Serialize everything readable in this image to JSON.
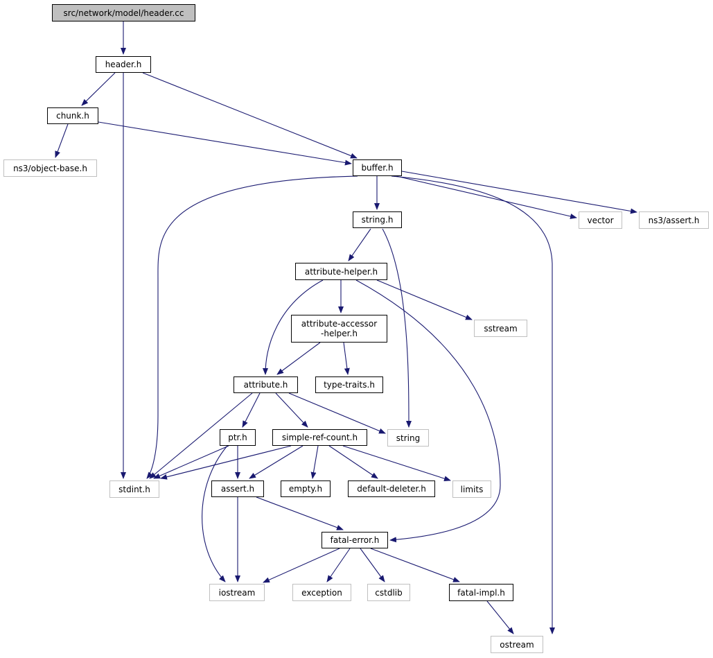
{
  "graph": {
    "edge_color": "#191970",
    "nodes": [
      {
        "id": "root",
        "label": "src/network/model/header.cc",
        "kind": "root"
      },
      {
        "id": "header",
        "label": "header.h",
        "kind": "local"
      },
      {
        "id": "chunk",
        "label": "chunk.h",
        "kind": "local"
      },
      {
        "id": "objbase",
        "label": "ns3/object-base.h",
        "kind": "sys"
      },
      {
        "id": "buffer",
        "label": "buffer.h",
        "kind": "local"
      },
      {
        "id": "vector",
        "label": "vector",
        "kind": "sys"
      },
      {
        "id": "ns3assert",
        "label": "ns3/assert.h",
        "kind": "sys"
      },
      {
        "id": "stringh",
        "label": "string.h",
        "kind": "local"
      },
      {
        "id": "attrhelper",
        "label": "attribute-helper.h",
        "kind": "local"
      },
      {
        "id": "sstream",
        "label": "sstream",
        "kind": "sys"
      },
      {
        "id": "attraccessor",
        "label": "attribute-accessor\n-helper.h",
        "kind": "local"
      },
      {
        "id": "attribute",
        "label": "attribute.h",
        "kind": "local"
      },
      {
        "id": "typetraits",
        "label": "type-traits.h",
        "kind": "local"
      },
      {
        "id": "ptr",
        "label": "ptr.h",
        "kind": "local"
      },
      {
        "id": "simpleref",
        "label": "simple-ref-count.h",
        "kind": "local"
      },
      {
        "id": "string",
        "label": "string",
        "kind": "sys"
      },
      {
        "id": "stdint",
        "label": "stdint.h",
        "kind": "sys"
      },
      {
        "id": "asserth",
        "label": "assert.h",
        "kind": "local"
      },
      {
        "id": "empty",
        "label": "empty.h",
        "kind": "local"
      },
      {
        "id": "defdel",
        "label": "default-deleter.h",
        "kind": "local"
      },
      {
        "id": "limits",
        "label": "limits",
        "kind": "sys"
      },
      {
        "id": "fatalerror",
        "label": "fatal-error.h",
        "kind": "local"
      },
      {
        "id": "iostream",
        "label": "iostream",
        "kind": "sys"
      },
      {
        "id": "exception",
        "label": "exception",
        "kind": "sys"
      },
      {
        "id": "cstdlib",
        "label": "cstdlib",
        "kind": "sys"
      },
      {
        "id": "fatalimpl",
        "label": "fatal-impl.h",
        "kind": "local"
      },
      {
        "id": "ostream",
        "label": "ostream",
        "kind": "sys"
      }
    ],
    "edges": [
      {
        "from": "root",
        "to": "header"
      },
      {
        "from": "header",
        "to": "chunk"
      },
      {
        "from": "header",
        "to": "stdint"
      },
      {
        "from": "header",
        "to": "buffer"
      },
      {
        "from": "chunk",
        "to": "objbase"
      },
      {
        "from": "chunk",
        "to": "buffer"
      },
      {
        "from": "buffer",
        "to": "stdint"
      },
      {
        "from": "buffer",
        "to": "stringh"
      },
      {
        "from": "buffer",
        "to": "vector"
      },
      {
        "from": "buffer",
        "to": "ns3assert"
      },
      {
        "from": "buffer",
        "to": "ostream"
      },
      {
        "from": "stringh",
        "to": "attrhelper"
      },
      {
        "from": "stringh",
        "to": "string"
      },
      {
        "from": "attrhelper",
        "to": "attraccessor"
      },
      {
        "from": "attrhelper",
        "to": "sstream"
      },
      {
        "from": "attrhelper",
        "to": "attribute"
      },
      {
        "from": "attrhelper",
        "to": "fatalerror"
      },
      {
        "from": "attraccessor",
        "to": "attribute"
      },
      {
        "from": "attraccessor",
        "to": "typetraits"
      },
      {
        "from": "attribute",
        "to": "ptr"
      },
      {
        "from": "attribute",
        "to": "simpleref"
      },
      {
        "from": "attribute",
        "to": "string"
      },
      {
        "from": "attribute",
        "to": "stdint"
      },
      {
        "from": "ptr",
        "to": "stdint"
      },
      {
        "from": "ptr",
        "to": "asserth"
      },
      {
        "from": "ptr",
        "to": "iostream"
      },
      {
        "from": "simpleref",
        "to": "stdint"
      },
      {
        "from": "simpleref",
        "to": "asserth"
      },
      {
        "from": "simpleref",
        "to": "empty"
      },
      {
        "from": "simpleref",
        "to": "defdel"
      },
      {
        "from": "simpleref",
        "to": "limits"
      },
      {
        "from": "asserth",
        "to": "iostream"
      },
      {
        "from": "asserth",
        "to": "fatalerror"
      },
      {
        "from": "fatalerror",
        "to": "iostream"
      },
      {
        "from": "fatalerror",
        "to": "exception"
      },
      {
        "from": "fatalerror",
        "to": "cstdlib"
      },
      {
        "from": "fatalerror",
        "to": "fatalimpl"
      },
      {
        "from": "fatalimpl",
        "to": "ostream"
      }
    ]
  }
}
